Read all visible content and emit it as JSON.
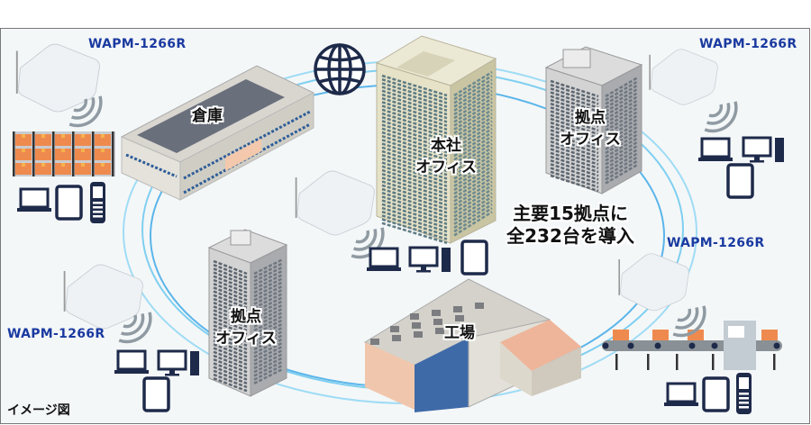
{
  "diagram": {
    "ap_model_labels": [
      "WAPM-1266R",
      "WAPM-1266R",
      "WAPM-1266R",
      "WAPM-1266R"
    ],
    "buildings": {
      "warehouse": "倉庫",
      "headquarters": [
        "本社",
        "オフィス"
      ],
      "branch_right": [
        "拠点",
        "オフィス"
      ],
      "branch_left": [
        "拠点",
        "オフィス"
      ],
      "factory": "工場"
    },
    "headline": [
      "主要15拠点に",
      "全232台を導入"
    ],
    "caption": "イメージ図",
    "icons": [
      "globe-icon",
      "access-point-icon",
      "wifi-waves-icon",
      "laptop-icon",
      "tablet-icon",
      "handheld-terminal-icon",
      "desktop-pc-icon",
      "storage-shelf-icon",
      "conveyor-icon"
    ],
    "colors": {
      "model_label": "#1a3aa0",
      "network_ring": "#8fd6f2",
      "device_navy": "#1e2a4a",
      "box_orange": "#ef8a4f",
      "frame_bg": "#f4f7f8"
    }
  }
}
